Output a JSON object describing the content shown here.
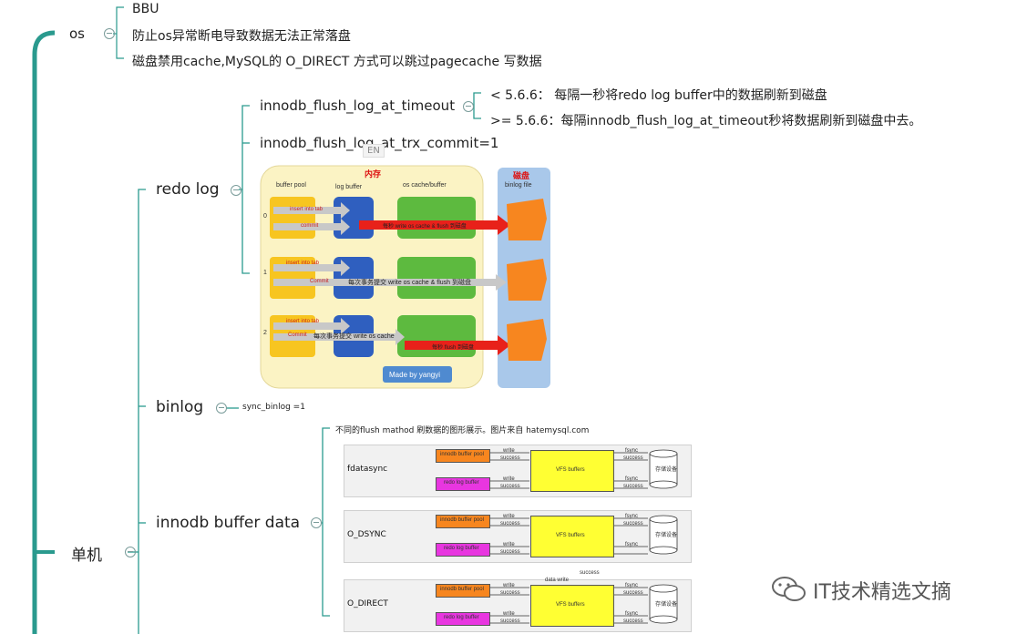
{
  "os": {
    "label": "os",
    "items": [
      "BBU",
      "防止os异常断电导致数据无法正常落盘",
      "磁盘禁用cache,MySQL的 O_DIRECT 方式可以跳过pagecache 写数据"
    ]
  },
  "redo": {
    "label": "redo log",
    "timeout_label": "innodb_flush_log_at_timeout",
    "timeout_items": [
      "< 5.6.6： 每隔一秒将redo log buffer中的数据刷新到磁盘",
      ">= 5.6.6：每隔innodb_flush_log_at_timeout秒将数据刷新到磁盘中去。"
    ],
    "trx_label": "innodb_flush_log_at_trx_commit=1",
    "en_badge": "EN"
  },
  "redo_image": {
    "memory_title": "内存",
    "disk_title": "磁盘",
    "col_buffer_pool": "buffer pool",
    "col_log_buffer": "log  buffer",
    "col_os_cache": "os cache/buffer",
    "col_binlog": "binlog file",
    "rows": [
      {
        "num": "0",
        "a": "insert into tab",
        "b": "commit",
        "arrow": "每秒 write os cache & flush 到磁盘"
      },
      {
        "num": "1",
        "a": "insert into tab",
        "b": "Commit",
        "arrow": "每次事务提交 write os cache & flush 到磁盘"
      },
      {
        "num": "2",
        "a": "insert into tab",
        "b": "Commit",
        "arrow": "每次事务提交 write os cache",
        "arrow2": "每秒 flush 到磁盘"
      }
    ],
    "footer": "Made by yangyi"
  },
  "binlog": {
    "label": "binlog",
    "sync": "sync_binlog  =1"
  },
  "buffer_data": {
    "label": "innodb buffer data",
    "caption": "不同的flush mathod 刷数据的图形展示。图片来自 hatemysql.com",
    "panels": [
      {
        "name": "fdatasync",
        "top": "innodb buffer pool",
        "bottom": "redo log buffer",
        "vfs": "VFS buffers",
        "disk": "存储设备",
        "w1": "write",
        "s1": "success",
        "w2": "write",
        "s2": "success",
        "f1": "fsync",
        "fs1": "success",
        "f2": "fsync",
        "fs2": "success"
      },
      {
        "name": "O_DSYNC",
        "top": "innodb buffer pool",
        "bottom": "redo log buffer",
        "vfs": "VFS buffers",
        "disk": "存储设备",
        "w1": "write",
        "s1": "success",
        "w2": "write",
        "s2": "success",
        "f1": "fsync",
        "fs1": "success",
        "f2": "fsync",
        "fs2": ""
      },
      {
        "name": "O_DIRECT",
        "top": "innodb buffer pool",
        "bottom": "redo log buffer",
        "vfs": "VFS buffers",
        "disk": "存储设备",
        "w1": "write",
        "s1": "success",
        "w2": "write",
        "s2": "success",
        "f1": "fsync",
        "fs1": "success",
        "f2": "fsync",
        "fs2": "success",
        "extra_top": "success",
        "extra_mid": "data write"
      }
    ]
  },
  "standalone": {
    "label": "单机"
  },
  "watermark": {
    "text": "IT技术精选文摘"
  },
  "colors": {
    "teal": "#2a9a8e",
    "yellow_bg": "#fbf3c4",
    "blue_disk": "#a9c8ea",
    "orange": "#f7861f",
    "red": "#e8211a"
  }
}
